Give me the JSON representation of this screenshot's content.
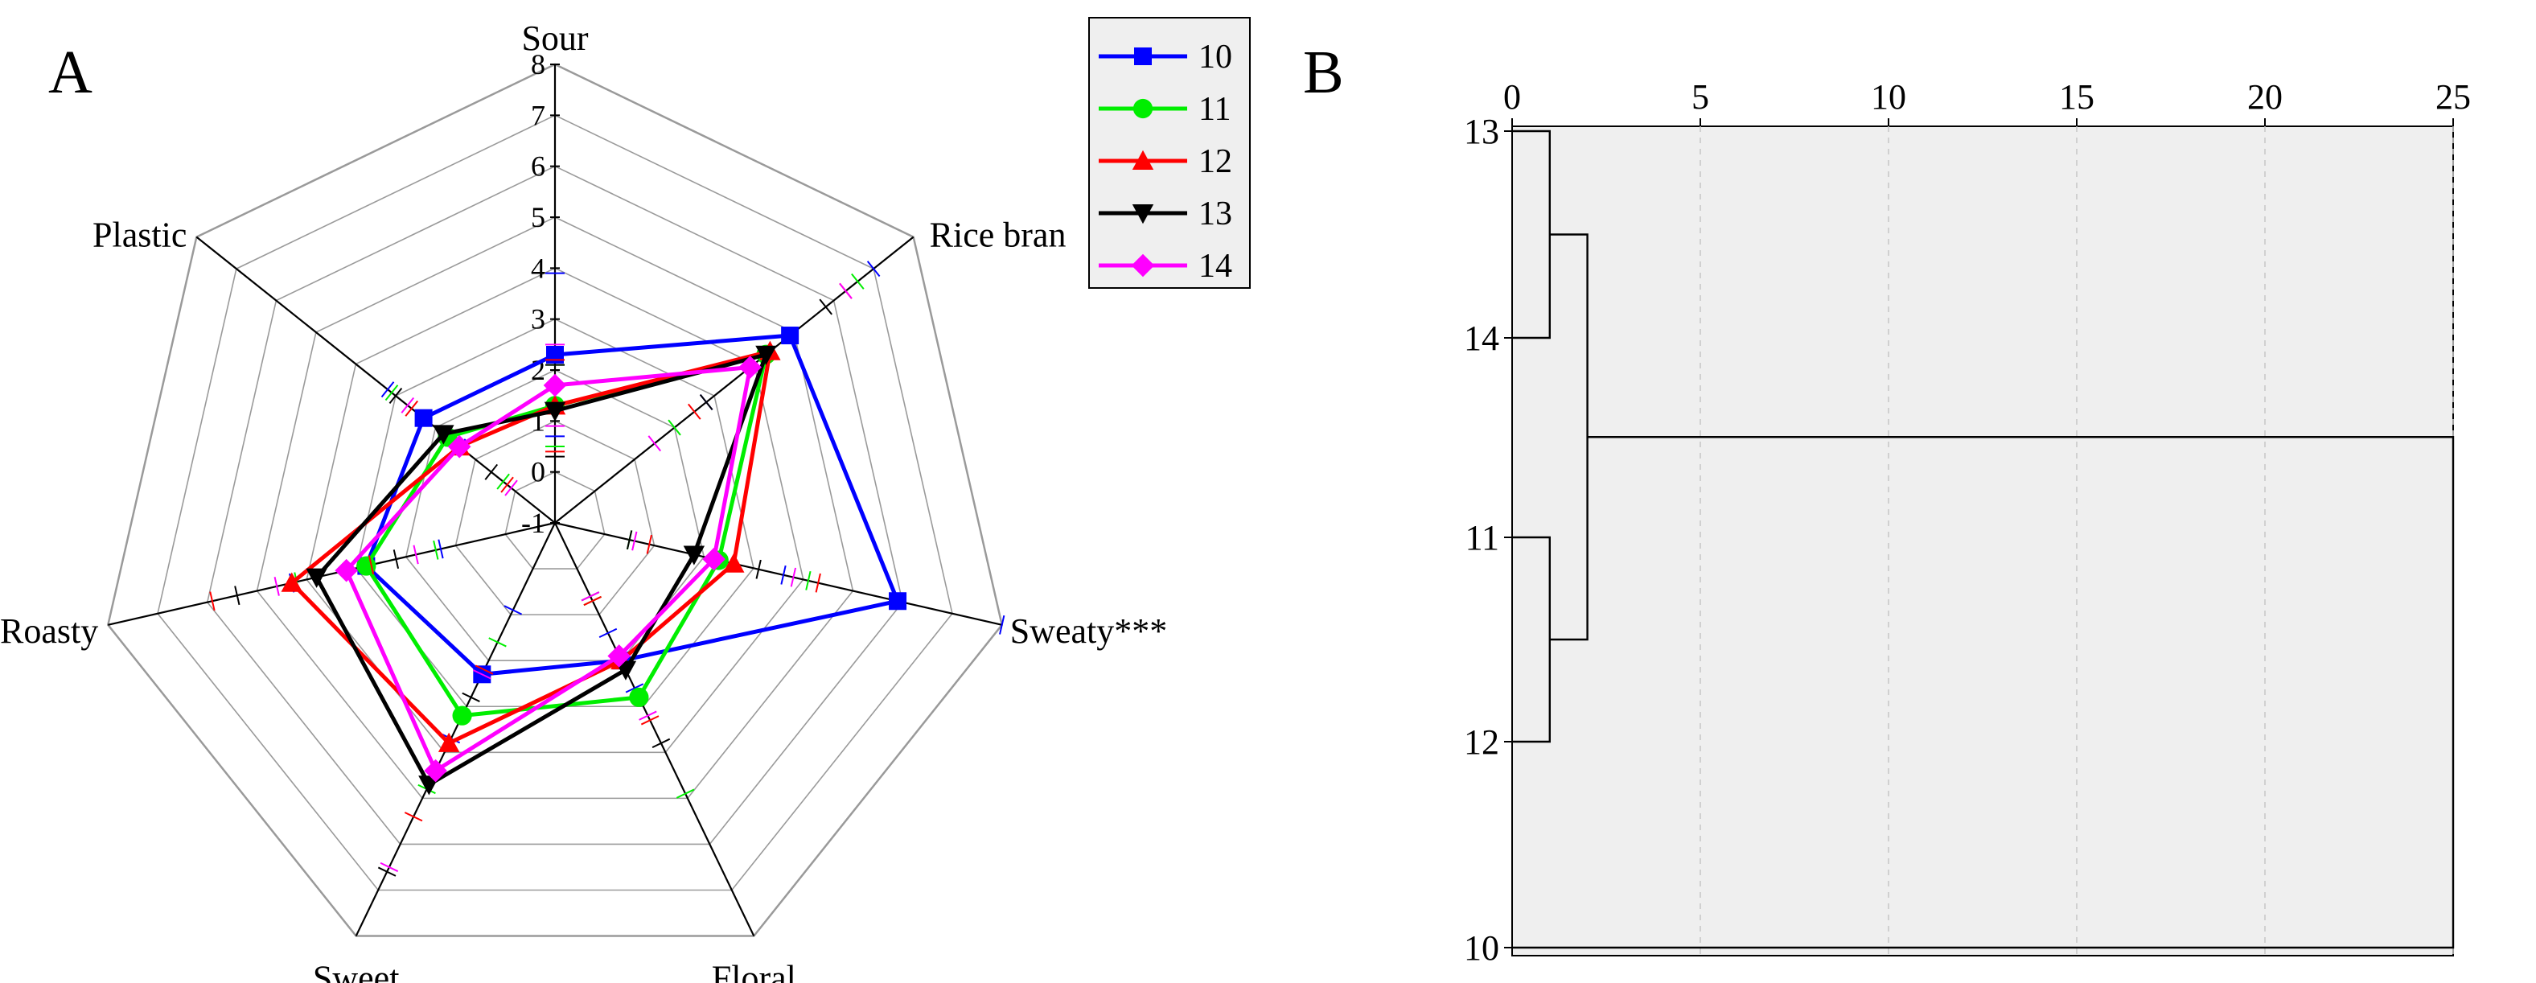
{
  "panels": {
    "a_label": "A",
    "b_label": "B"
  },
  "colors": {
    "10": "#0000ff",
    "11": "#00ee00",
    "12": "#ff0000",
    "13": "#000000",
    "14": "#ff00ff",
    "grid": "#9a9a9a",
    "dendro_bg": "#efefef"
  },
  "chart_data": [
    {
      "type": "radar",
      "panel": "A",
      "axes": [
        "Sour",
        "Rice bran",
        "Sweaty***",
        "Floral",
        "Sweet",
        "Roasty",
        "Plastic"
      ],
      "rlim": [
        -1,
        8
      ],
      "rticks": [
        "-1",
        "0",
        "1",
        "2",
        "3",
        "4",
        "5",
        "6",
        "7",
        "8"
      ],
      "legend_position": "top-right",
      "series": [
        {
          "name": "10",
          "marker": "square",
          "values": [
            2.3,
            4.9,
            5.9,
            2.0,
            2.3,
            2.8,
            2.3
          ],
          "errors": [
            1.6,
            2.1,
            2.3,
            0.6,
            1.4,
            1.5,
            0.9
          ]
        },
        {
          "name": "11",
          "marker": "circle",
          "values": [
            1.3,
            4.3,
            2.3,
            2.8,
            3.2,
            2.8,
            1.7
          ],
          "errors": [
            0.8,
            2.3,
            1.8,
            2.1,
            1.6,
            1.4,
            1.4
          ]
        },
        {
          "name": "12",
          "marker": "triangle-up",
          "values": [
            1.3,
            4.4,
            2.6,
            2.0,
            3.8,
            4.3,
            1.4
          ],
          "errors": [
            0.9,
            1.9,
            1.7,
            1.3,
            1.6,
            1.6,
            1.2
          ]
        },
        {
          "name": "13",
          "marker": "triangle-down",
          "values": [
            1.2,
            4.3,
            1.8,
            2.2,
            4.7,
            3.8,
            1.8
          ],
          "errors": [
            0.9,
            1.5,
            1.3,
            1.6,
            1.9,
            1.6,
            1.2
          ]
        },
        {
          "name": "14",
          "marker": "diamond",
          "values": [
            1.7,
            3.9,
            2.2,
            1.9,
            4.4,
            3.2,
            1.4
          ],
          "errors": [
            0.8,
            2.4,
            1.6,
            1.3,
            2.1,
            1.4,
            1.3
          ]
        }
      ]
    },
    {
      "type": "dendrogram",
      "panel": "B",
      "orientation": "horizontal",
      "xlim": [
        0,
        25
      ],
      "xticks": [
        0,
        5,
        10,
        15,
        20,
        25
      ],
      "leaves": [
        "13",
        "14",
        "11",
        "12",
        "10"
      ],
      "merges": [
        {
          "a": "13",
          "b": "14",
          "height": 1
        },
        {
          "a": "11",
          "b": "12",
          "height": 1
        },
        {
          "a": "13-14",
          "b": "11-12",
          "height": 2
        },
        {
          "a": "13-14-11-12",
          "b": "10",
          "height": 25
        }
      ]
    }
  ]
}
